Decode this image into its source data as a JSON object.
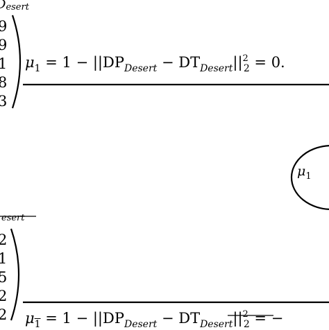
{
  "top_block": {
    "header_fragment": "esert",
    "header_lead": "D",
    "vector_values": [
      "9",
      "9",
      "1",
      "8",
      "3"
    ],
    "equation": {
      "mu": "μ",
      "mu_sub": "1",
      "body": "= 1 − ||DP",
      "sub1": "Desert",
      "mid": " − DT",
      "sub2": "Desert",
      "tail": "||",
      "sup": "2",
      "sub3": "2",
      "result": " = 0."
    }
  },
  "node": {
    "label": "μ",
    "label_sub": "1"
  },
  "bottom_block": {
    "header_fragment": "esert",
    "vector_values": [
      "2",
      "1",
      "5",
      "2",
      "2"
    ],
    "equation": {
      "mu": "μ",
      "mu_sub": "1",
      "body": "= 1 − ||DP",
      "sub1": "Desert",
      "mid": " − DT",
      "sub2": "Desert",
      "tail": "||",
      "sup": "2",
      "sub3": "2",
      "result": " = −"
    }
  }
}
